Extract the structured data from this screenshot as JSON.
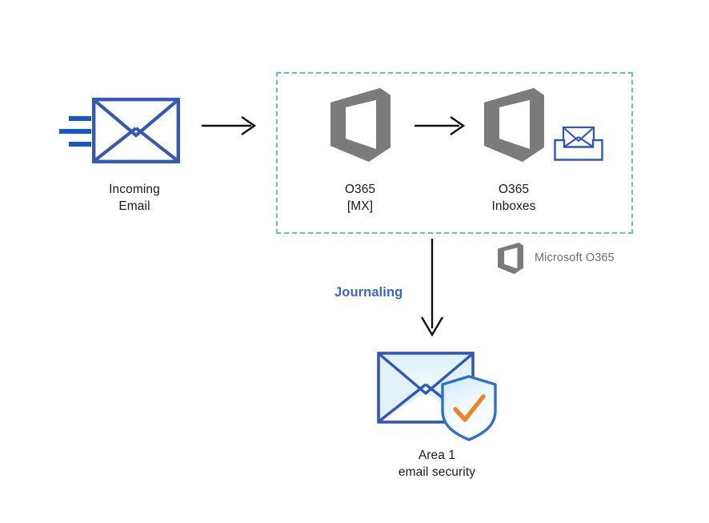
{
  "diagram": {
    "title": "Email journaling flow to Area 1 email security",
    "background_color": "#ffffff",
    "colors": {
      "envelope_blue": "#3659b5",
      "speed_line_blue": "#1057d1",
      "dashed_region": "#67bcd4",
      "office_gray": "#7b7b7b",
      "journaling_blue": "#3a64c8",
      "arrow_black": "#111111",
      "label_black": "#1a1a1a",
      "legend_gray": "#6e6e6e",
      "shield_check_orange": "#f0851f",
      "envelope_fill_light": "#e3f1fb"
    }
  },
  "nodes": {
    "incoming_email": {
      "icon": "envelope-icon",
      "label": "Incoming\nEmail"
    },
    "o365_mx": {
      "icon": "office-365-icon",
      "label": "O365\n[MX]"
    },
    "o365_inboxes": {
      "icon": "office-365-icon",
      "secondary_icon": "inbox-tray-icon",
      "label": "O365\nInboxes"
    },
    "area1": {
      "icon": "shielded-envelope-icon",
      "label": "Area 1\nemail security"
    }
  },
  "edges": {
    "incoming_to_mx": {
      "type": "arrow-right",
      "label": ""
    },
    "mx_to_inboxes": {
      "type": "arrow-right",
      "label": ""
    },
    "inboxes_to_area1": {
      "type": "arrow-down",
      "label": "Journaling"
    }
  },
  "region": {
    "name": "microsoft-o365-boundary",
    "style": "dashed",
    "label": ""
  },
  "legend": {
    "items": [
      {
        "icon": "office-365-icon",
        "label": "Microsoft O365"
      }
    ]
  }
}
